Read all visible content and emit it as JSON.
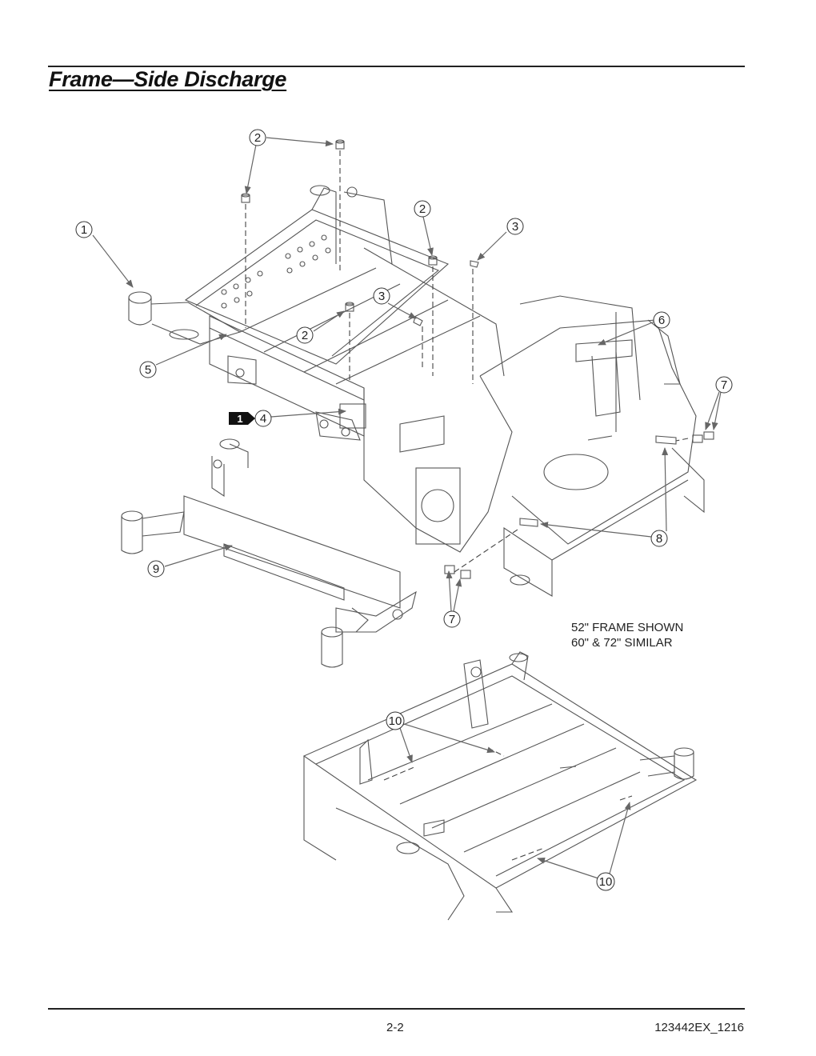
{
  "header": {
    "title": "Frame—Side Discharge"
  },
  "callouts": [
    {
      "label": "1"
    },
    {
      "label": "2"
    },
    {
      "label": "2"
    },
    {
      "label": "2"
    },
    {
      "label": "3"
    },
    {
      "label": "3"
    },
    {
      "label": "4"
    },
    {
      "label": "5"
    },
    {
      "label": "6"
    },
    {
      "label": "7"
    },
    {
      "label": "7"
    },
    {
      "label": "8"
    },
    {
      "label": "9"
    },
    {
      "label": "10"
    },
    {
      "label": "10"
    }
  ],
  "kit_marker": {
    "label": "1"
  },
  "note": {
    "line1": "52\" FRAME SHOWN",
    "line2": "60\" & 72\" SIMILAR"
  },
  "footer": {
    "page": "2-2",
    "code": "123442EX_1216"
  },
  "colors": {
    "ink": "#222222",
    "line_art": "#555555",
    "marker_fill": "#111111"
  }
}
